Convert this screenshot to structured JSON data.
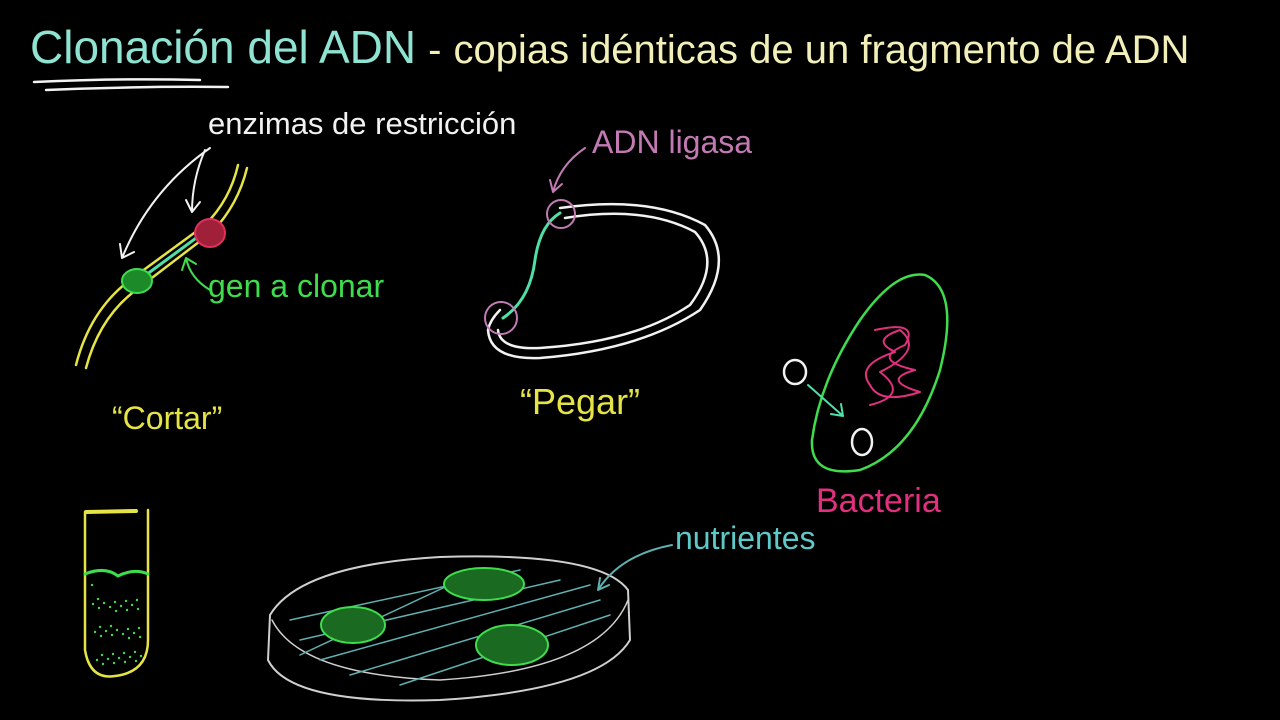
{
  "title": {
    "main": "Clonación del ADN",
    "dash": "-",
    "subtitle": "copias idénticas de un fragmento de ADN"
  },
  "labels": {
    "restriction_enzymes": "enzimas de restricción",
    "gene_to_clone": "gen a clonar",
    "cut": "“Cortar”",
    "ligase": "ADN ligasa",
    "paste": "“Pegar”",
    "bacteria": "Bacteria",
    "nutrients": "nutrientes"
  },
  "colors": {
    "background": "#000000",
    "title": "#8fe3d2",
    "subtitle": "#f2f0b8",
    "white": "#f2f2f2",
    "yellow": "#e6e445",
    "green": "#3fdc4c",
    "teal_gene": "#4fe0a8",
    "ligase_pink": "#c37ab4",
    "red_enzyme": "#e0305a",
    "bacteria_pink": "#e0307e",
    "dish_lines": "#5fb0b0"
  }
}
